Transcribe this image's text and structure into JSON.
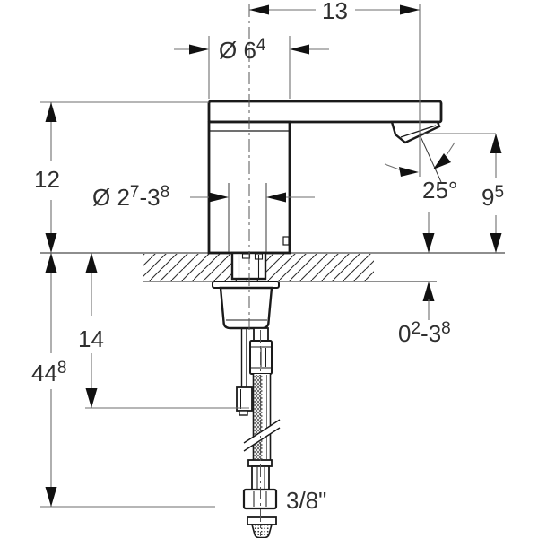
{
  "drawing": {
    "colors": {
      "part_outline": "#1a1a1a",
      "dimension_line": "#6e6e6e",
      "text": "#2f2f2f",
      "background": "#ffffff"
    },
    "labels": {
      "top_width": "13",
      "spout_diameter": {
        "base": "Ø 6",
        "sup": "4"
      },
      "body_height": "12",
      "hole_diameter": {
        "p1": "Ø 2",
        "s1": "7",
        "p2": "-3",
        "s2": "8"
      },
      "spout_angle": "25°",
      "outlet_height": {
        "base": "9",
        "sup": "5"
      },
      "clearance_below": "14",
      "total_height": {
        "base": "44",
        "sup": "8"
      },
      "deck_thickness": {
        "p1": "0",
        "s1": "2",
        "p2": "-3",
        "s2": "8"
      },
      "thread_size": "3/8\""
    }
  }
}
